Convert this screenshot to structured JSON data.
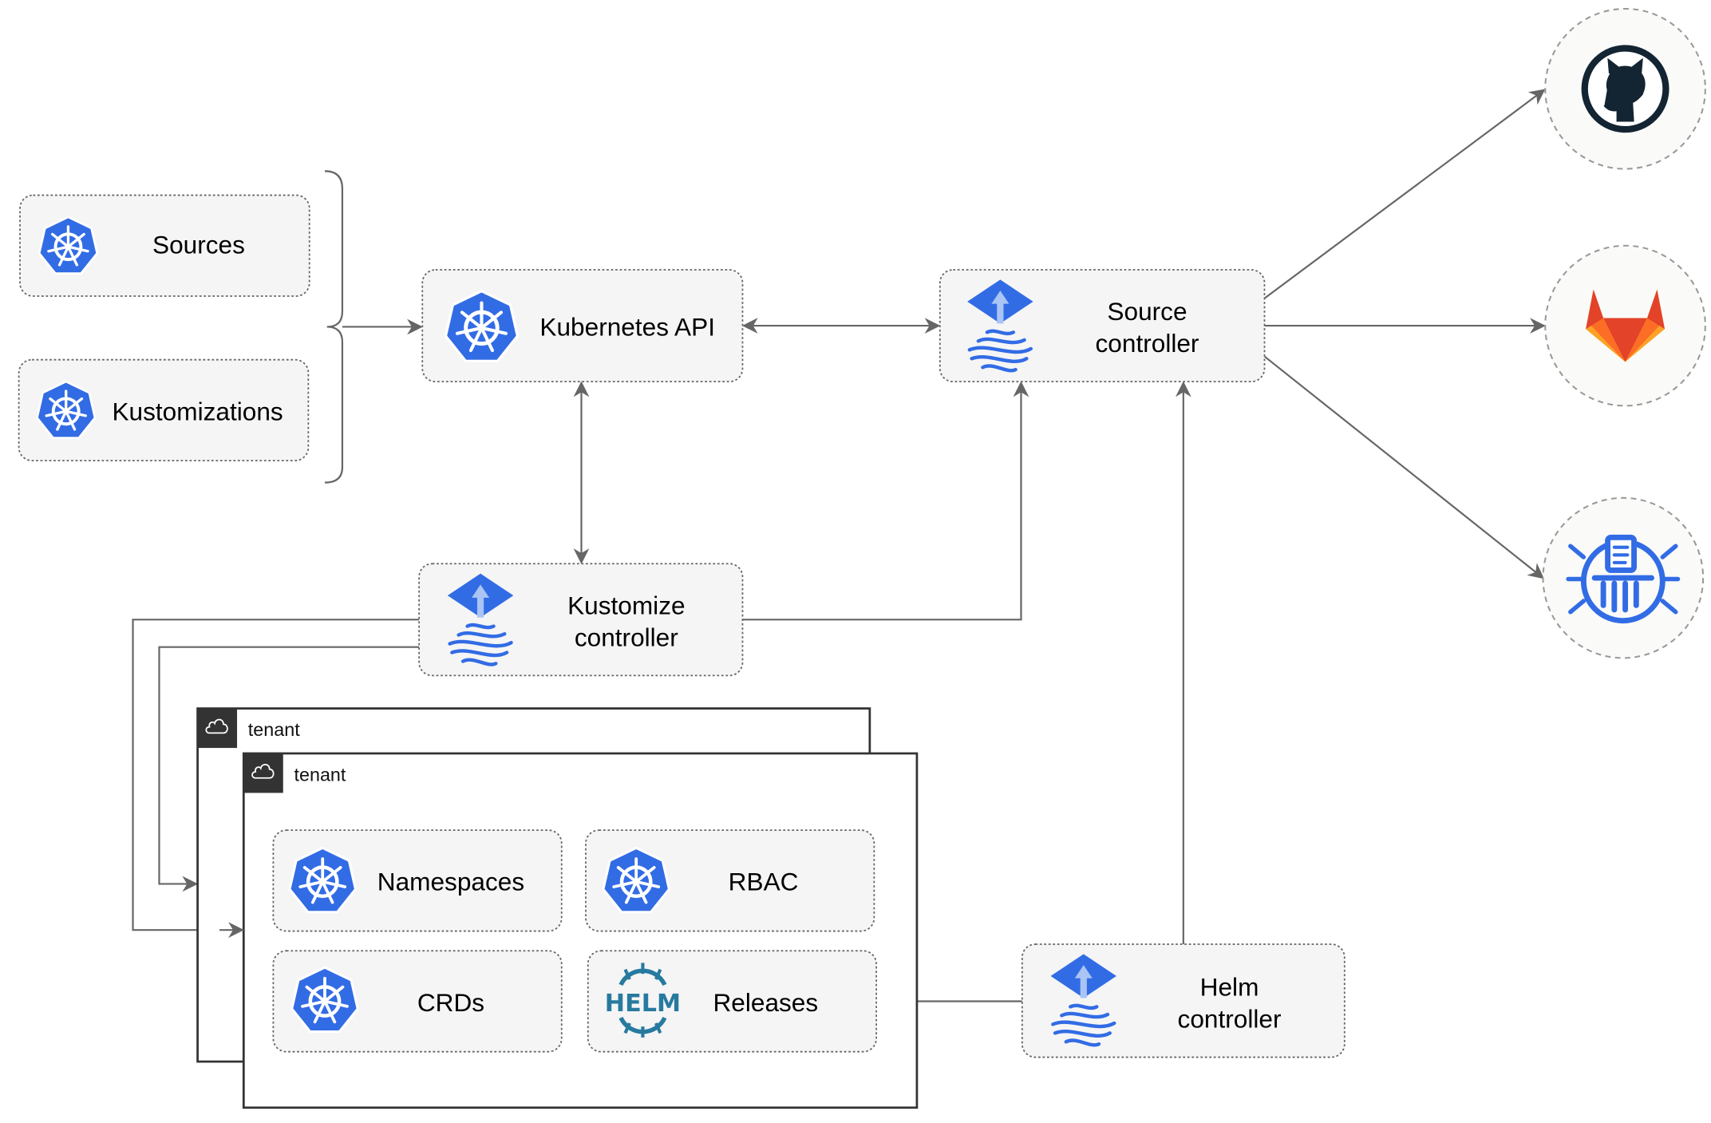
{
  "nodes": {
    "sources": "Sources",
    "kustomizations": "Kustomizations",
    "kubernetes_api": "Kubernetes API",
    "source_controller": [
      "Source",
      "controller"
    ],
    "kustomize_controller": [
      "Kustomize",
      "controller"
    ],
    "helm_controller": [
      "Helm",
      "controller"
    ],
    "namespaces": "Namespaces",
    "rbac": "RBAC",
    "crds": "CRDs",
    "releases": "Releases"
  },
  "tenants": [
    "tenant",
    "tenant"
  ],
  "helm_logo_text": "HELM",
  "external_sources": [
    "github-icon",
    "gitlab-icon",
    "bucket-icon"
  ],
  "colors": {
    "k8s_blue": "#326ce5",
    "helm_teal": "#277a9f",
    "gitlab_orange": "#e24329",
    "github_dark": "#132432",
    "edge": "#666666"
  }
}
